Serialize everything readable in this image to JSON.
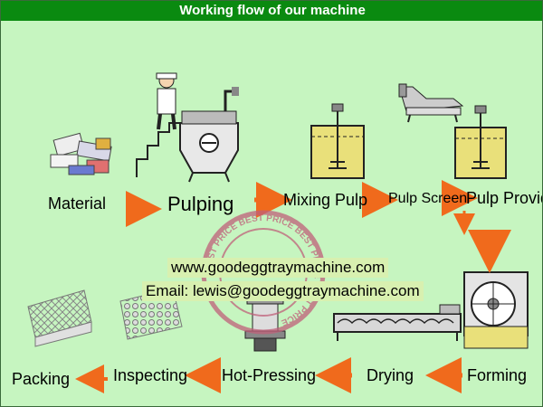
{
  "title": "Working flow of our machine",
  "steps": {
    "material": "Material",
    "pulping": "Pulping",
    "mixing": "Mixing Pulp",
    "screen": "Pulp Screen",
    "provide": "Pulp Provide",
    "forming": "Forming",
    "drying": "Drying",
    "hotpress": "Hot-Pressing",
    "inspecting": "Inspecting",
    "packing": "Packing"
  },
  "overlay": {
    "website": "www.goodeggtraymachine.com",
    "email": "Email: lewis@goodeggtraymachine.com"
  },
  "stamp": {
    "text": "BEST PRICE BEST PRICE BEST PRICE BEST PRICE"
  },
  "colors": {
    "background": "#c6f5c0",
    "title_bar": "#0a8a10",
    "arrow": "#f06a1c",
    "stamp": "#c0607a",
    "pulp": "#e9e07a"
  }
}
